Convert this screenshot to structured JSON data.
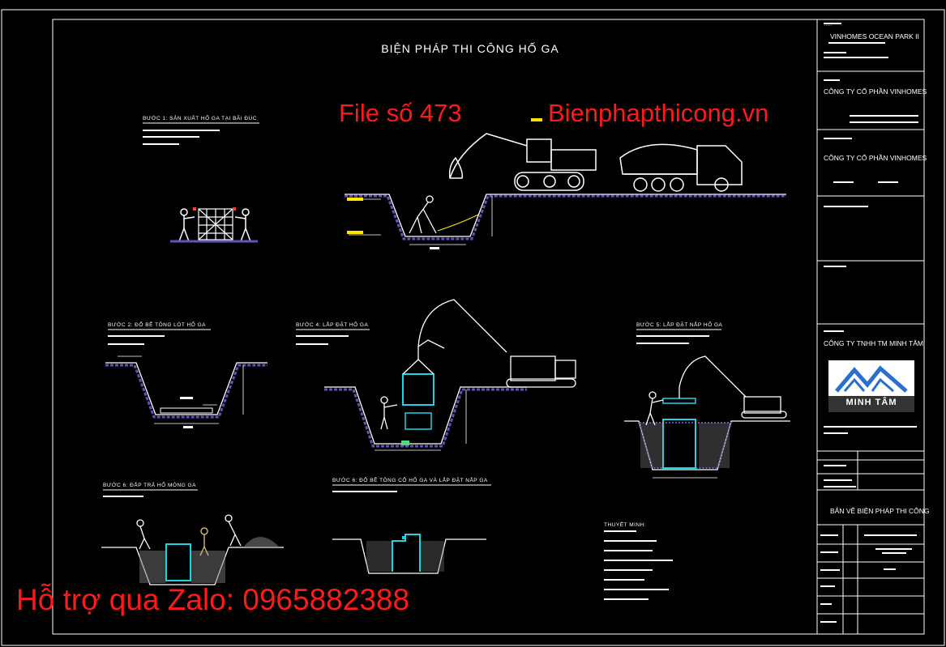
{
  "drawing": {
    "title": "BIỆN PHÁP THI CÔNG HỐ GA"
  },
  "steps": {
    "step1": "BƯỚC 1: SẢN XUẤT HỐ GA TẠI BÃI ĐÚC",
    "step2": "BƯỚC 2: ĐỔ BÊ TÔNG LÓT HỐ GA",
    "step4": "BƯỚC 4: LẮP ĐẶT HỐ GA",
    "step5": "BƯỚC 5: LẮP ĐẶT NẮP HỐ GA",
    "step6": "BƯỚC 6: ĐẮP TRẢ HỐ MÓNG GA",
    "step6b": "BƯỚC 6: ĐỔ BÊ TÔNG CỔ HỐ GA VÀ LẮP ĐẶT NẮP GA"
  },
  "notes_heading": "THUYẾT MINH:",
  "title_block": {
    "project": "VINHOMES OCEAN PARK II",
    "investor": "CÔNG TY CỔ PHẦN VINHOMES",
    "supervisor": "CÔNG TY CỔ PHẦN VINHOMES",
    "contractor": "CÔNG TY TNHH TM MINH TÂM",
    "logo_text": "MINH TÂM",
    "sheet_title": "BẢN VẼ BIỆN PHÁP THI CÔNG"
  },
  "watermark": {
    "file": "File số 473",
    "site": "Bienphapthicong.vn",
    "zalo": "Hỗ trợ qua Zalo: 0965882388"
  },
  "colors": {
    "line": "#ffffff",
    "ground": "#6a4fb8",
    "accent_cyan": "#22d3e6",
    "accent_green": "#4ade80",
    "dim_yellow": "#ffe600",
    "watermark_red": "#ff1a1a",
    "logo_blue": "#2a6fcf"
  }
}
